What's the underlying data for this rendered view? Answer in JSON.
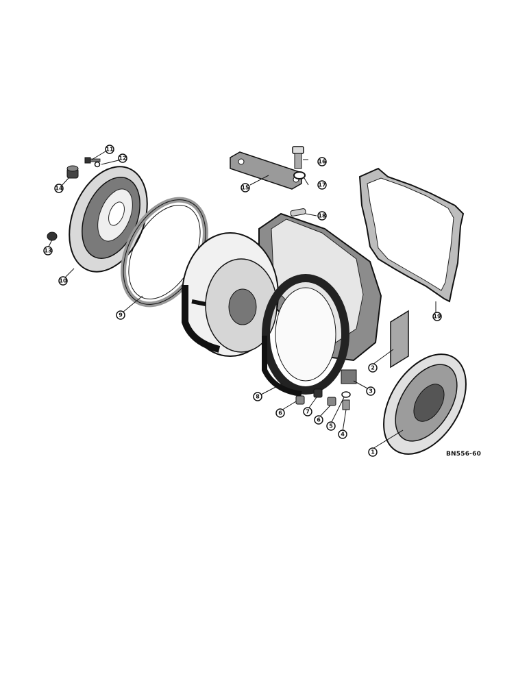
{
  "figure_code": "BN556-60",
  "callouts": [
    {
      "id": "c1",
      "label": "1"
    },
    {
      "id": "c2",
      "label": "2"
    },
    {
      "id": "c3",
      "label": "3"
    },
    {
      "id": "c4",
      "label": "4"
    },
    {
      "id": "c5",
      "label": "5"
    },
    {
      "id": "c6a",
      "label": "6"
    },
    {
      "id": "c7",
      "label": "7"
    },
    {
      "id": "c8",
      "label": "8"
    },
    {
      "id": "c6b",
      "label": "6"
    },
    {
      "id": "c9",
      "label": "9"
    },
    {
      "id": "c10",
      "label": "10"
    },
    {
      "id": "c11",
      "label": "11"
    },
    {
      "id": "c12",
      "label": "12"
    },
    {
      "id": "c13",
      "label": "13"
    },
    {
      "id": "c14",
      "label": "14"
    },
    {
      "id": "c15",
      "label": "15"
    },
    {
      "id": "c16",
      "label": "16"
    },
    {
      "id": "c17",
      "label": "17"
    },
    {
      "id": "c18",
      "label": "18"
    },
    {
      "id": "c19",
      "label": "19"
    }
  ]
}
